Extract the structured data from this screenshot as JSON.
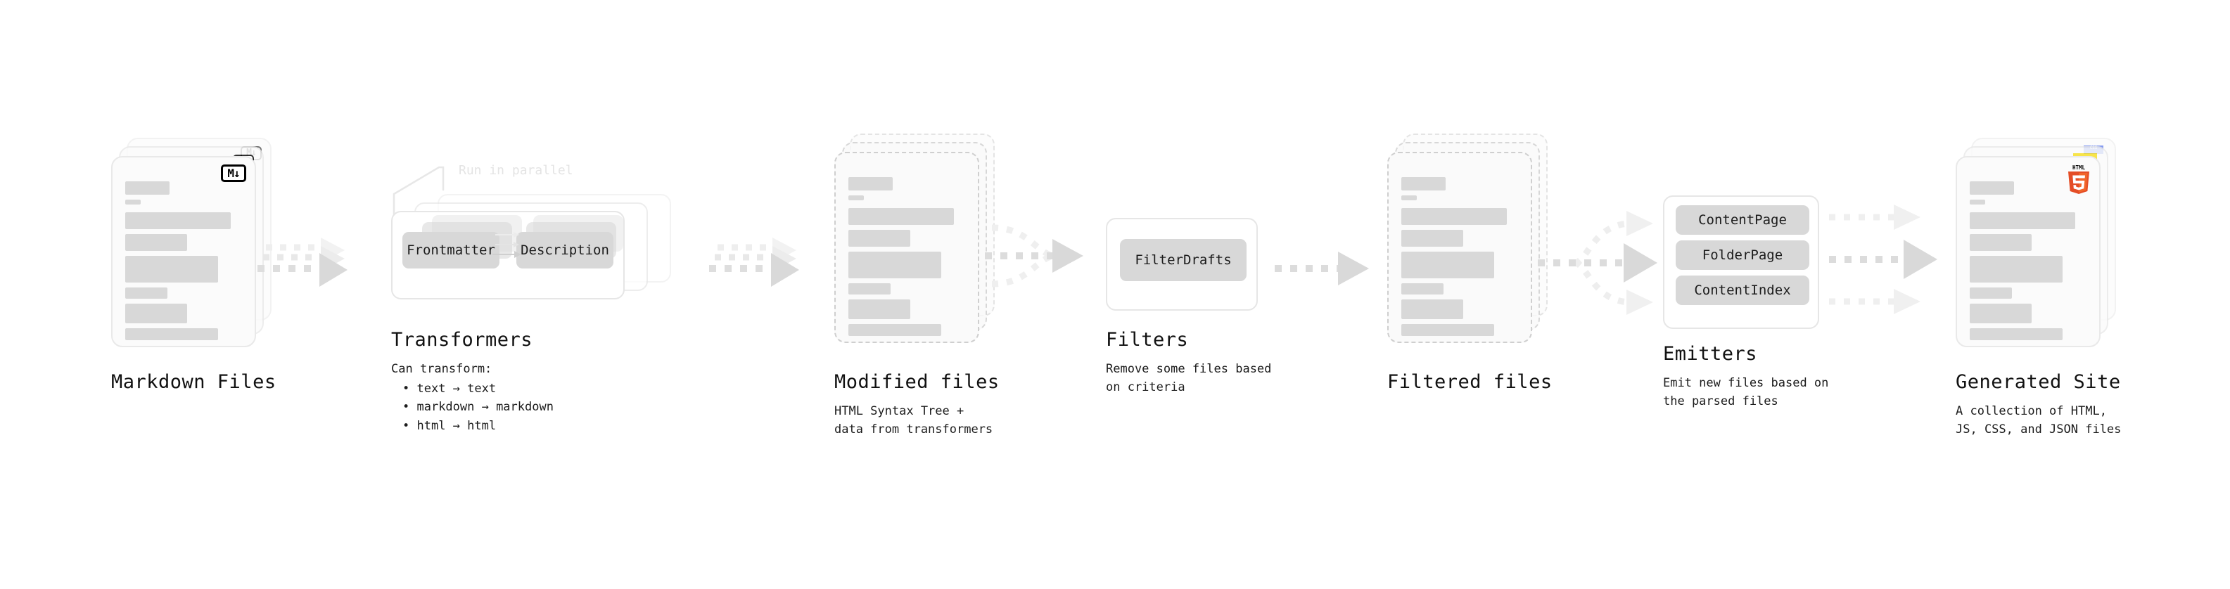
{
  "diagram": {
    "type": "pipeline-flow",
    "background": "#ffffff",
    "accents": {
      "skeleton_bar": "#d8d8d8",
      "card_border": "#e9e9e9",
      "dashed_border": "#cfcfcf",
      "arrow": "#d9d9d9",
      "chip": "#d8d8d8",
      "html5_orange": "#e44d26",
      "js_yellow": "#f7df1e",
      "css_blue": "#264de4"
    }
  },
  "stages": [
    {
      "id": "markdown-files",
      "title": "Markdown Files",
      "subtitle": "",
      "badge": "markdown-badge",
      "badge_text": "M↓",
      "card_style": "solid-stack"
    },
    {
      "id": "transformers",
      "title": "Transformers",
      "note": "Run in parallel",
      "subtitle_head": "Can transform:",
      "bullets": [
        "text → text",
        "markdown → markdown",
        "html → html"
      ],
      "chips": [
        "Frontmatter",
        "Description"
      ],
      "card_style": "panel-stack"
    },
    {
      "id": "modified-files",
      "title": "Modified files",
      "subtitle": "HTML Syntax Tree +\ndata from transformers",
      "card_style": "dashed-stack"
    },
    {
      "id": "filters",
      "title": "Filters",
      "subtitle": "Remove some files based\non criteria",
      "chips": [
        "FilterDrafts"
      ],
      "card_style": "panel"
    },
    {
      "id": "filtered-files",
      "title": "Filtered files",
      "subtitle": "",
      "card_style": "dashed-stack"
    },
    {
      "id": "emitters",
      "title": "Emitters",
      "subtitle": "Emit new files based on\nthe parsed files",
      "chips": [
        "ContentPage",
        "FolderPage",
        "ContentIndex"
      ],
      "card_style": "panel"
    },
    {
      "id": "generated-site",
      "title": "Generated Site",
      "subtitle": "A collection of HTML,\nJS, CSS, and JSON files",
      "badge": "html5-badge",
      "badge_text": "HTML",
      "badge_number": "5",
      "css_badge_text": "CSS",
      "card_style": "solid-stack"
    }
  ],
  "connectors": [
    {
      "from": "markdown-files",
      "to": "transformers",
      "style": "triple-dashed-arrow"
    },
    {
      "from": "transformers",
      "to": "modified-files",
      "style": "triple-dashed-arrow"
    },
    {
      "from": "modified-files",
      "to": "filters",
      "style": "merge-dashed-arrow"
    },
    {
      "from": "filters",
      "to": "filtered-files",
      "style": "single-dashed-arrow"
    },
    {
      "from": "filtered-files",
      "to": "emitters",
      "style": "fan-out-dashed-arrow"
    },
    {
      "from": "emitters",
      "to": "generated-site",
      "style": "triple-parallel-arrow"
    }
  ]
}
